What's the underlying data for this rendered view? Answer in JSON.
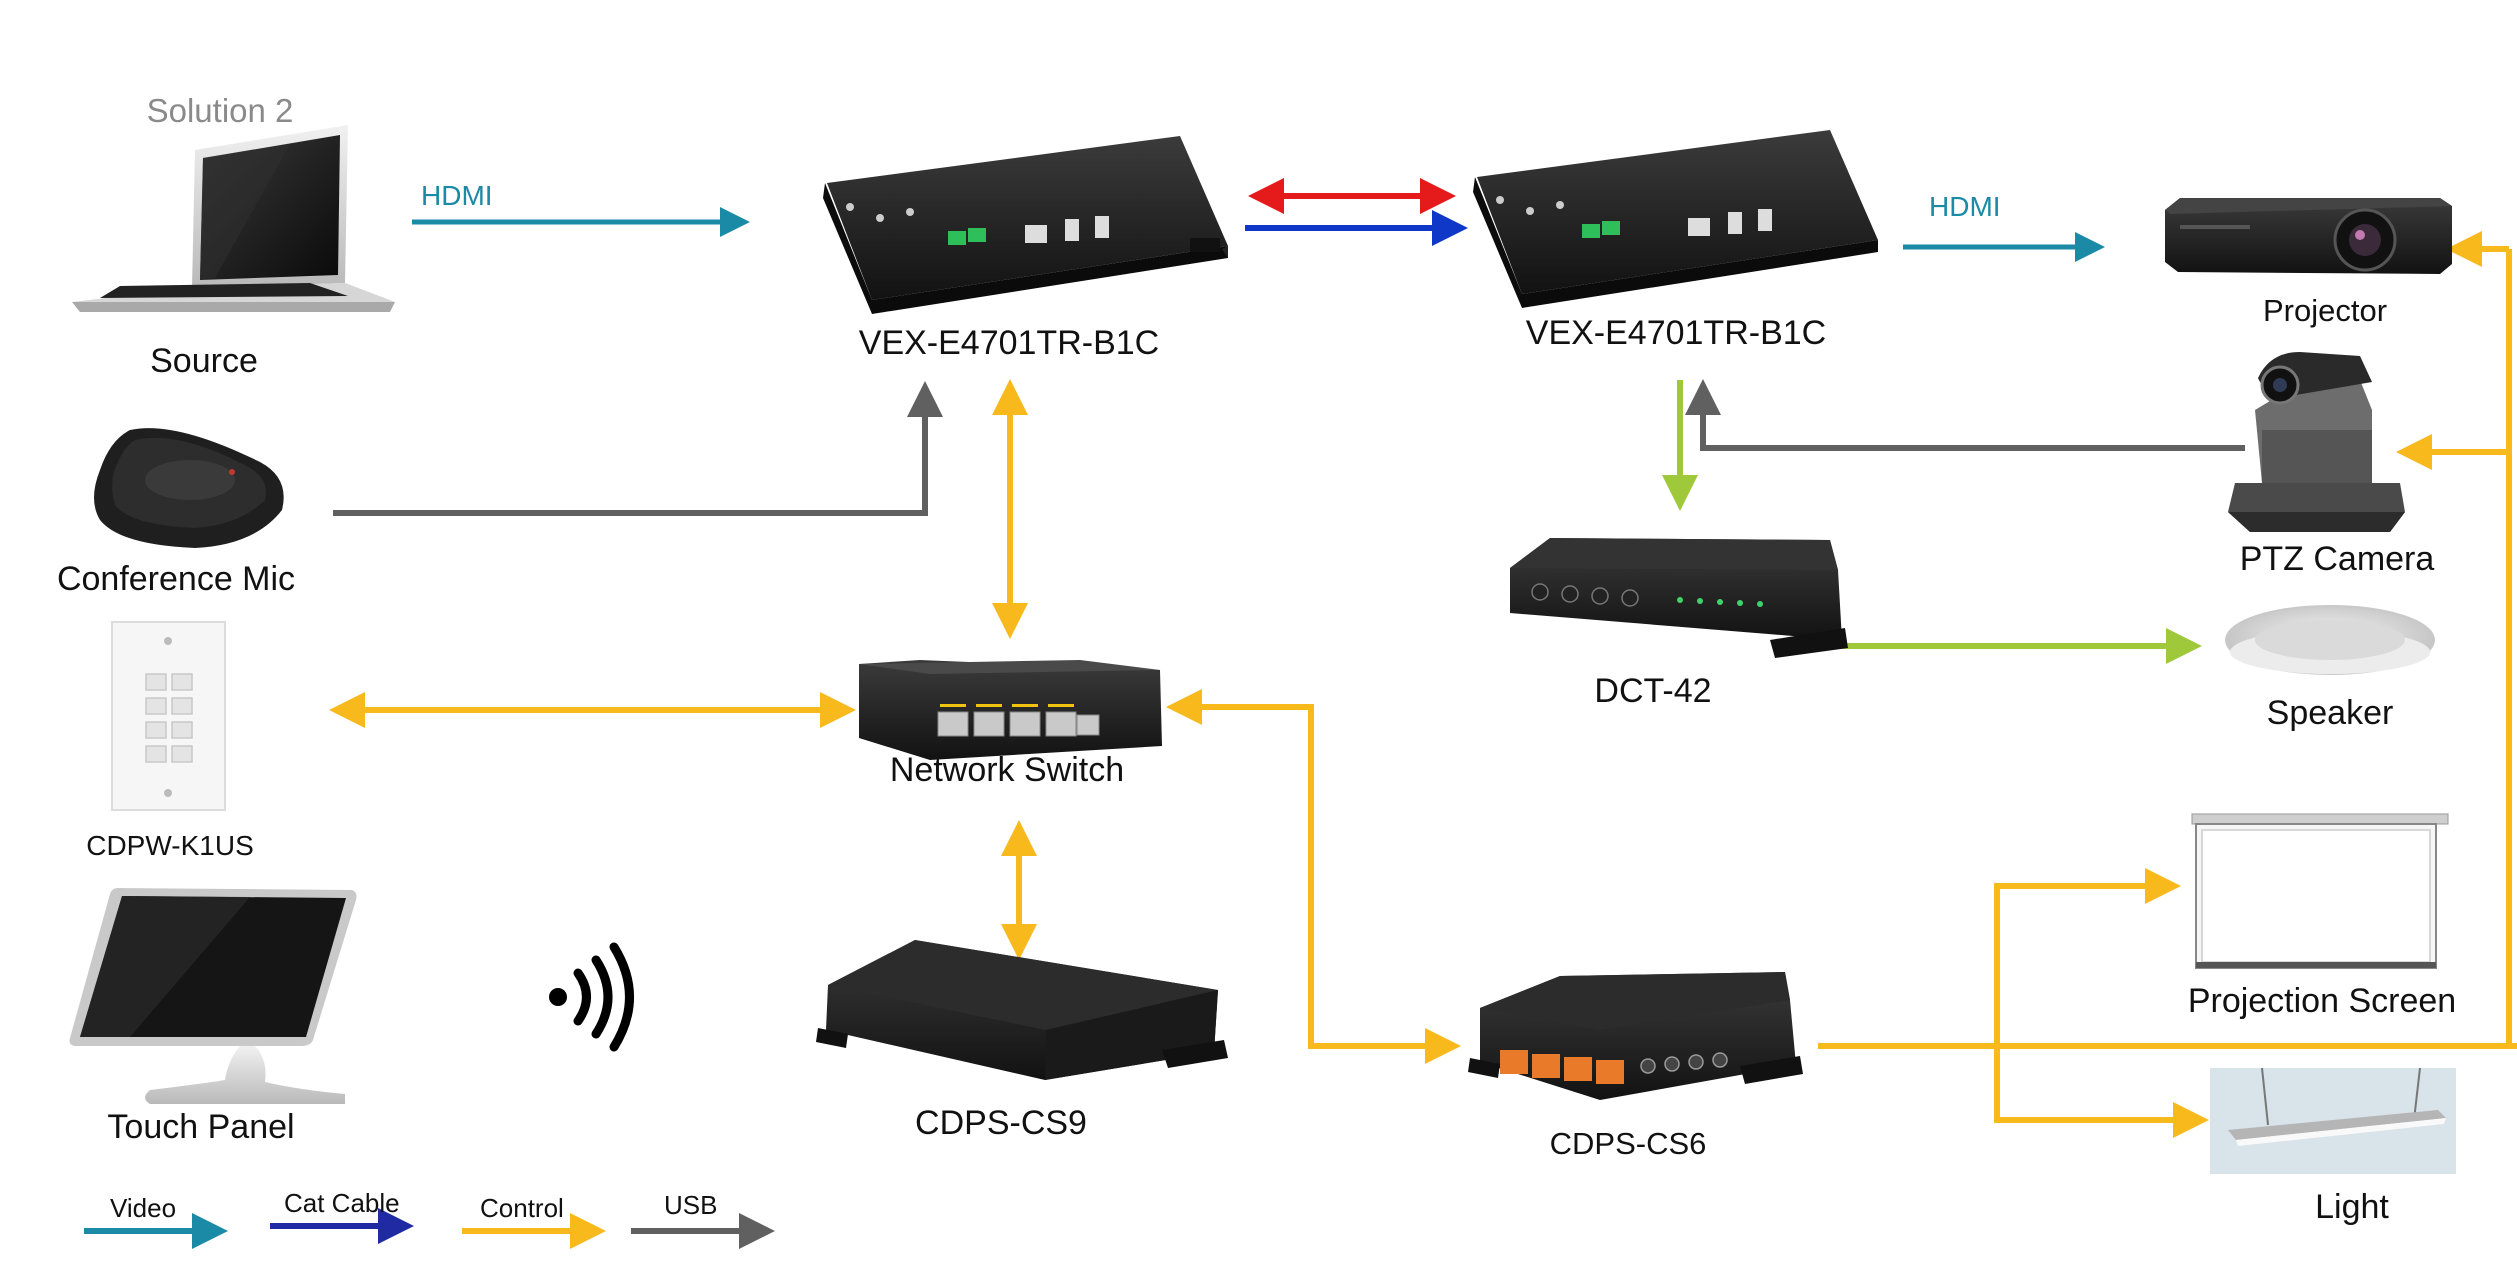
{
  "title": "Solution 2",
  "devices": {
    "source": "Source",
    "conference_mic": "Conference Mic",
    "keypad": "CDPW-K1US",
    "touch_panel": "Touch Panel",
    "tx_extender": "VEX-E4701TR-B1C",
    "rx_extender": "VEX-E4701TR-B1C",
    "network_switch": "Network Switch",
    "controller": "CDPS-CS9",
    "amplifier": "DCT-42",
    "relay_box": "CDPS-CS6",
    "projector": "Projector",
    "ptz_camera": "PTZ Camera",
    "speaker": "Speaker",
    "projection_screen": "Projection Screen",
    "light": "Light"
  },
  "links": {
    "hdmi_in": "HDMI",
    "hdmi_out": "HDMI"
  },
  "legend": [
    {
      "label": "Video",
      "color": "#1a8aa6"
    },
    {
      "label": "Cat Cable",
      "color": "#1f2aa3"
    },
    {
      "label": "Control",
      "color": "#f7b91c"
    },
    {
      "label": "USB",
      "color": "#606060"
    }
  ],
  "colors": {
    "video": "#1a8aa6",
    "cat_red": "#e51a1a",
    "cat_blue": "#1038c8",
    "control": "#f7b91c",
    "usb": "#606060",
    "audio": "#9fc93a"
  }
}
